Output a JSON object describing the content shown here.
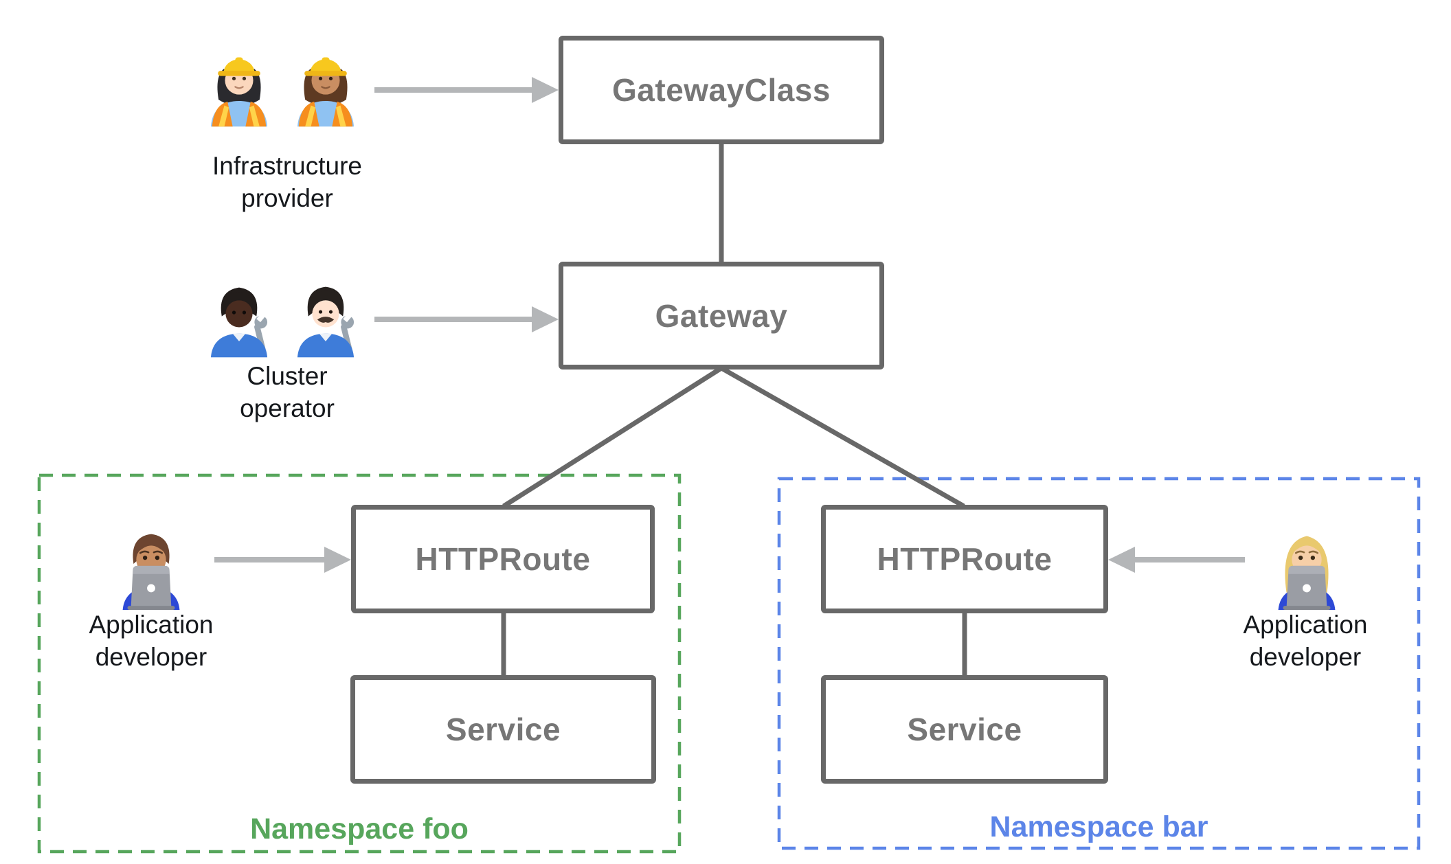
{
  "nodes": {
    "gatewayclass": "GatewayClass",
    "gateway": "Gateway",
    "httproute_foo": "HTTPRoute",
    "service_foo": "Service",
    "httproute_bar": "HTTPRoute",
    "service_bar": "Service"
  },
  "personas": {
    "infrastructure_provider": {
      "lines": [
        "Infrastructure",
        "provider"
      ],
      "icons": [
        "woman-construction-worker-light-emoji",
        "woman-construction-worker-medium-emoji"
      ]
    },
    "cluster_operator": {
      "lines": [
        "Cluster",
        "operator"
      ],
      "icons": [
        "person-mechanic-dark-emoji",
        "man-mechanic-light-emoji"
      ]
    },
    "application_developer_foo": {
      "lines": [
        "Application",
        "developer"
      ],
      "icons": [
        "man-technologist-emoji"
      ]
    },
    "application_developer_bar": {
      "lines": [
        "Application",
        "developer"
      ],
      "icons": [
        "woman-technologist-emoji"
      ]
    }
  },
  "namespaces": {
    "foo": {
      "label": "Namespace foo",
      "color": "#57a65c"
    },
    "bar": {
      "label": "Namespace bar",
      "color": "#5c85e8"
    }
  },
  "colors": {
    "background": "#ffffff",
    "node_border": "#686868",
    "node_text": "#767676",
    "connector": "#686868",
    "arrow": "#b4b6b8",
    "persona_text": "#15181c",
    "namespace_foo": "#57a65c",
    "namespace_bar": "#5c85e8"
  }
}
